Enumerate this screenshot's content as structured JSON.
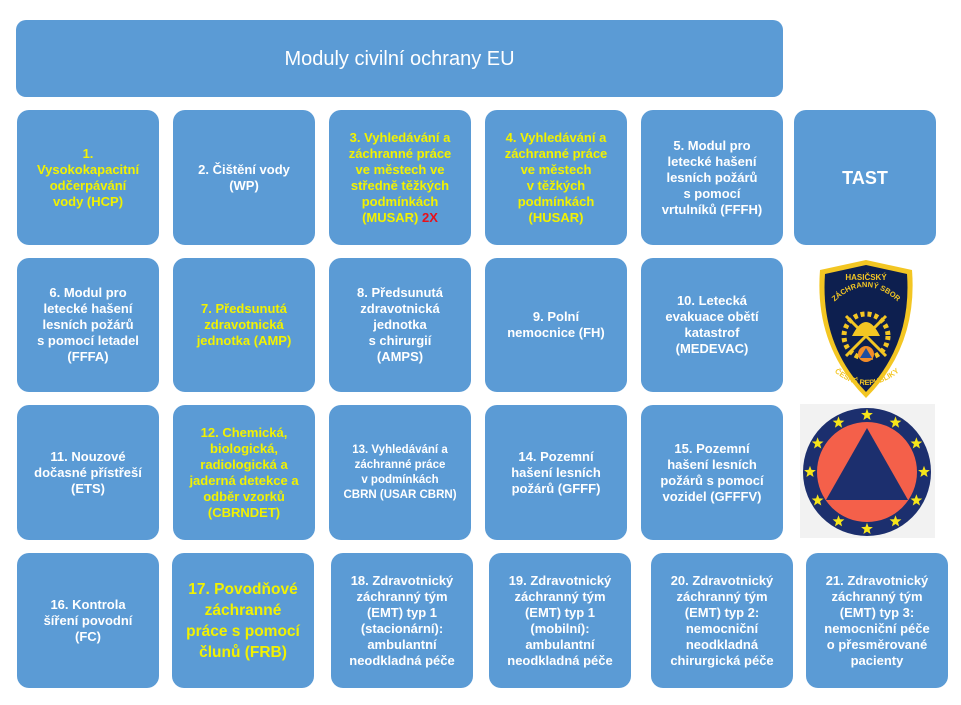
{
  "title": "Moduly civilní ochrany EU",
  "modules": {
    "m1": "1.\nVysokokapacitní\nodčerpávání\nvody (HCP)",
    "m2": "2. Čištění vody\n(WP)",
    "m3": "3. Vyhledávání a\nzáchranné práce\nve městech ve\nstředně těžkých\npodmínkách\n(MUSAR) ",
    "m3_suffix": "2X",
    "m4": "4. Vyhledávání a\nzáchranné práce\nve městech\nv těžkých\npodmínkách\n(HUSAR)",
    "m5": "5. Modul pro\nletecké hašení\nlesních požárů\ns pomocí\nvrtulníků (FFFH)",
    "tast": "TAST",
    "m6": "6. Modul pro\nletecké hašení\nlesních požárů\ns pomocí letadel\n(FFFA)",
    "m7": "7. Předsunutá\nzdravotnická\njednotka  (AMP)",
    "m8": "8. Předsunutá\nzdravotnická\njednotka\ns chirurgií\n(AMPS)",
    "m9": "9. Polní\nnemocnice (FH)",
    "m10": "10. Letecká\nevakuace obětí\nkatastrof\n(MEDEVAC)",
    "m11": "11. Nouzové\ndočasné přístřeší\n(ETS)",
    "m12": "12. Chemická,\nbiologická,\nradiologická a\njaderná detekce a\nodběr vzorků\n(CBRNDET)",
    "m13": "13. Vyhledávání a\nzáchranné práce\nv podmínkách\nCBRN (USAR CBRN)",
    "m14": "14.  Pozemní\nhašení  lesních\npožárů (GFFF)",
    "m15": "15. Pozemní\nhašení lesních\npožárů s pomocí\nvozidel (GFFFV)",
    "m16": "16. Kontrola\nšíření povodní\n(FC)",
    "m17": "17. Povodňové\nzáchranné\npráce s pomocí\nčlunů (FRB)",
    "m18": "18.  Zdravotnický\nzáchranný tým\n(EMT) typ 1\n(stacionární):\nambulantní\nneodkladná péče",
    "m19": "19. Zdravotnický\nzáchranný tým\n(EMT) typ 1\n(mobilní):\nambulantní\nneodkladná péče",
    "m20": "20. Zdravotnický\nzáchranný tým\n(EMT) typ 2:\nnemocniční\nneodkladná\nchirurgická péče",
    "m21": "21. Zdravotnický\nzáchranný tým\n(EMT) typ 3:\nnemocniční péče\no přesměrované\npacienty"
  },
  "logos": {
    "hzs_top": "HASIČSKÝ",
    "hzs_mid": "ZÁCHRANNÝ SBOR",
    "hzs_bottom": "ČESKÉ REPUBLIKY"
  },
  "colors": {
    "box": "#5b9bd5",
    "highlight": "#f2f200",
    "alert": "#e8101a"
  }
}
